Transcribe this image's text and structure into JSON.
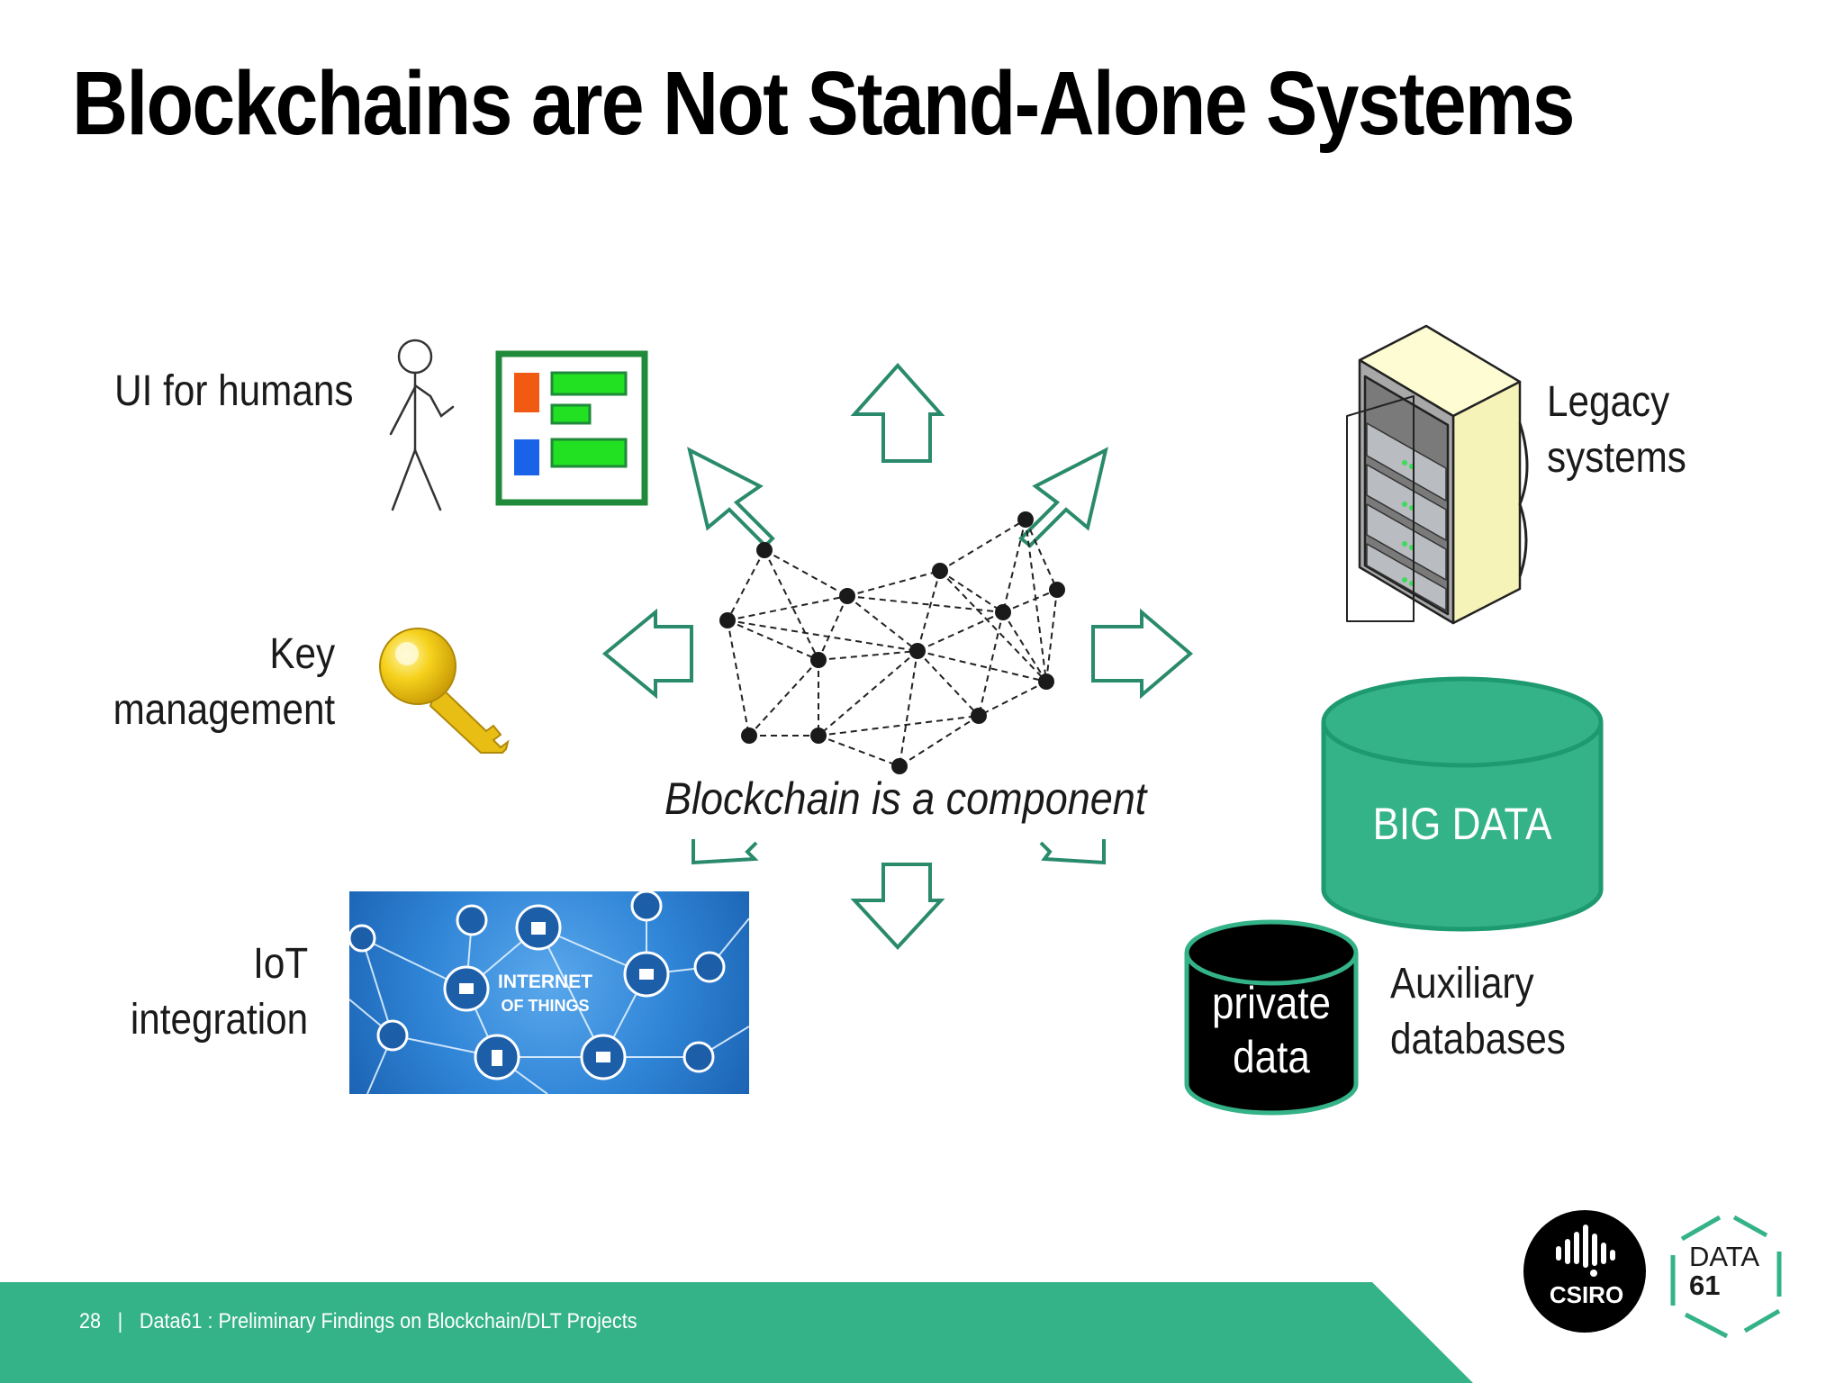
{
  "slide": {
    "title": "Blockchains are Not Stand-Alone Systems",
    "center_caption": "Blockchain is a component"
  },
  "labels": {
    "ui": "UI for humans",
    "key_1": "Key",
    "key_2": "management",
    "iot_1": "IoT",
    "iot_2": "integration",
    "legacy_1": "Legacy",
    "legacy_2": "systems",
    "aux_1": "Auxiliary",
    "aux_2": "databases"
  },
  "images": {
    "iot_line1": "INTERNET",
    "iot_line2": "OF THINGS",
    "big_data": "BIG DATA",
    "private_1": "private",
    "private_2": "data"
  },
  "footer": {
    "page": "28",
    "separator": "|",
    "text": "Data61 : Preliminary Findings on Blockchain/DLT Projects"
  },
  "logos": {
    "csiro": "CSIRO",
    "data61_1": "DATA",
    "data61_2": "61"
  },
  "colors": {
    "accent": "#34b288",
    "arrow": "#2a8a6c",
    "footer_bg": "#34b288",
    "title": "#000000"
  },
  "icons": [
    "stick-figure-icon",
    "ui-form-icon",
    "key-icon",
    "server-rack-icon",
    "database-icon",
    "network-graph-icon",
    "arrow-icon"
  ]
}
